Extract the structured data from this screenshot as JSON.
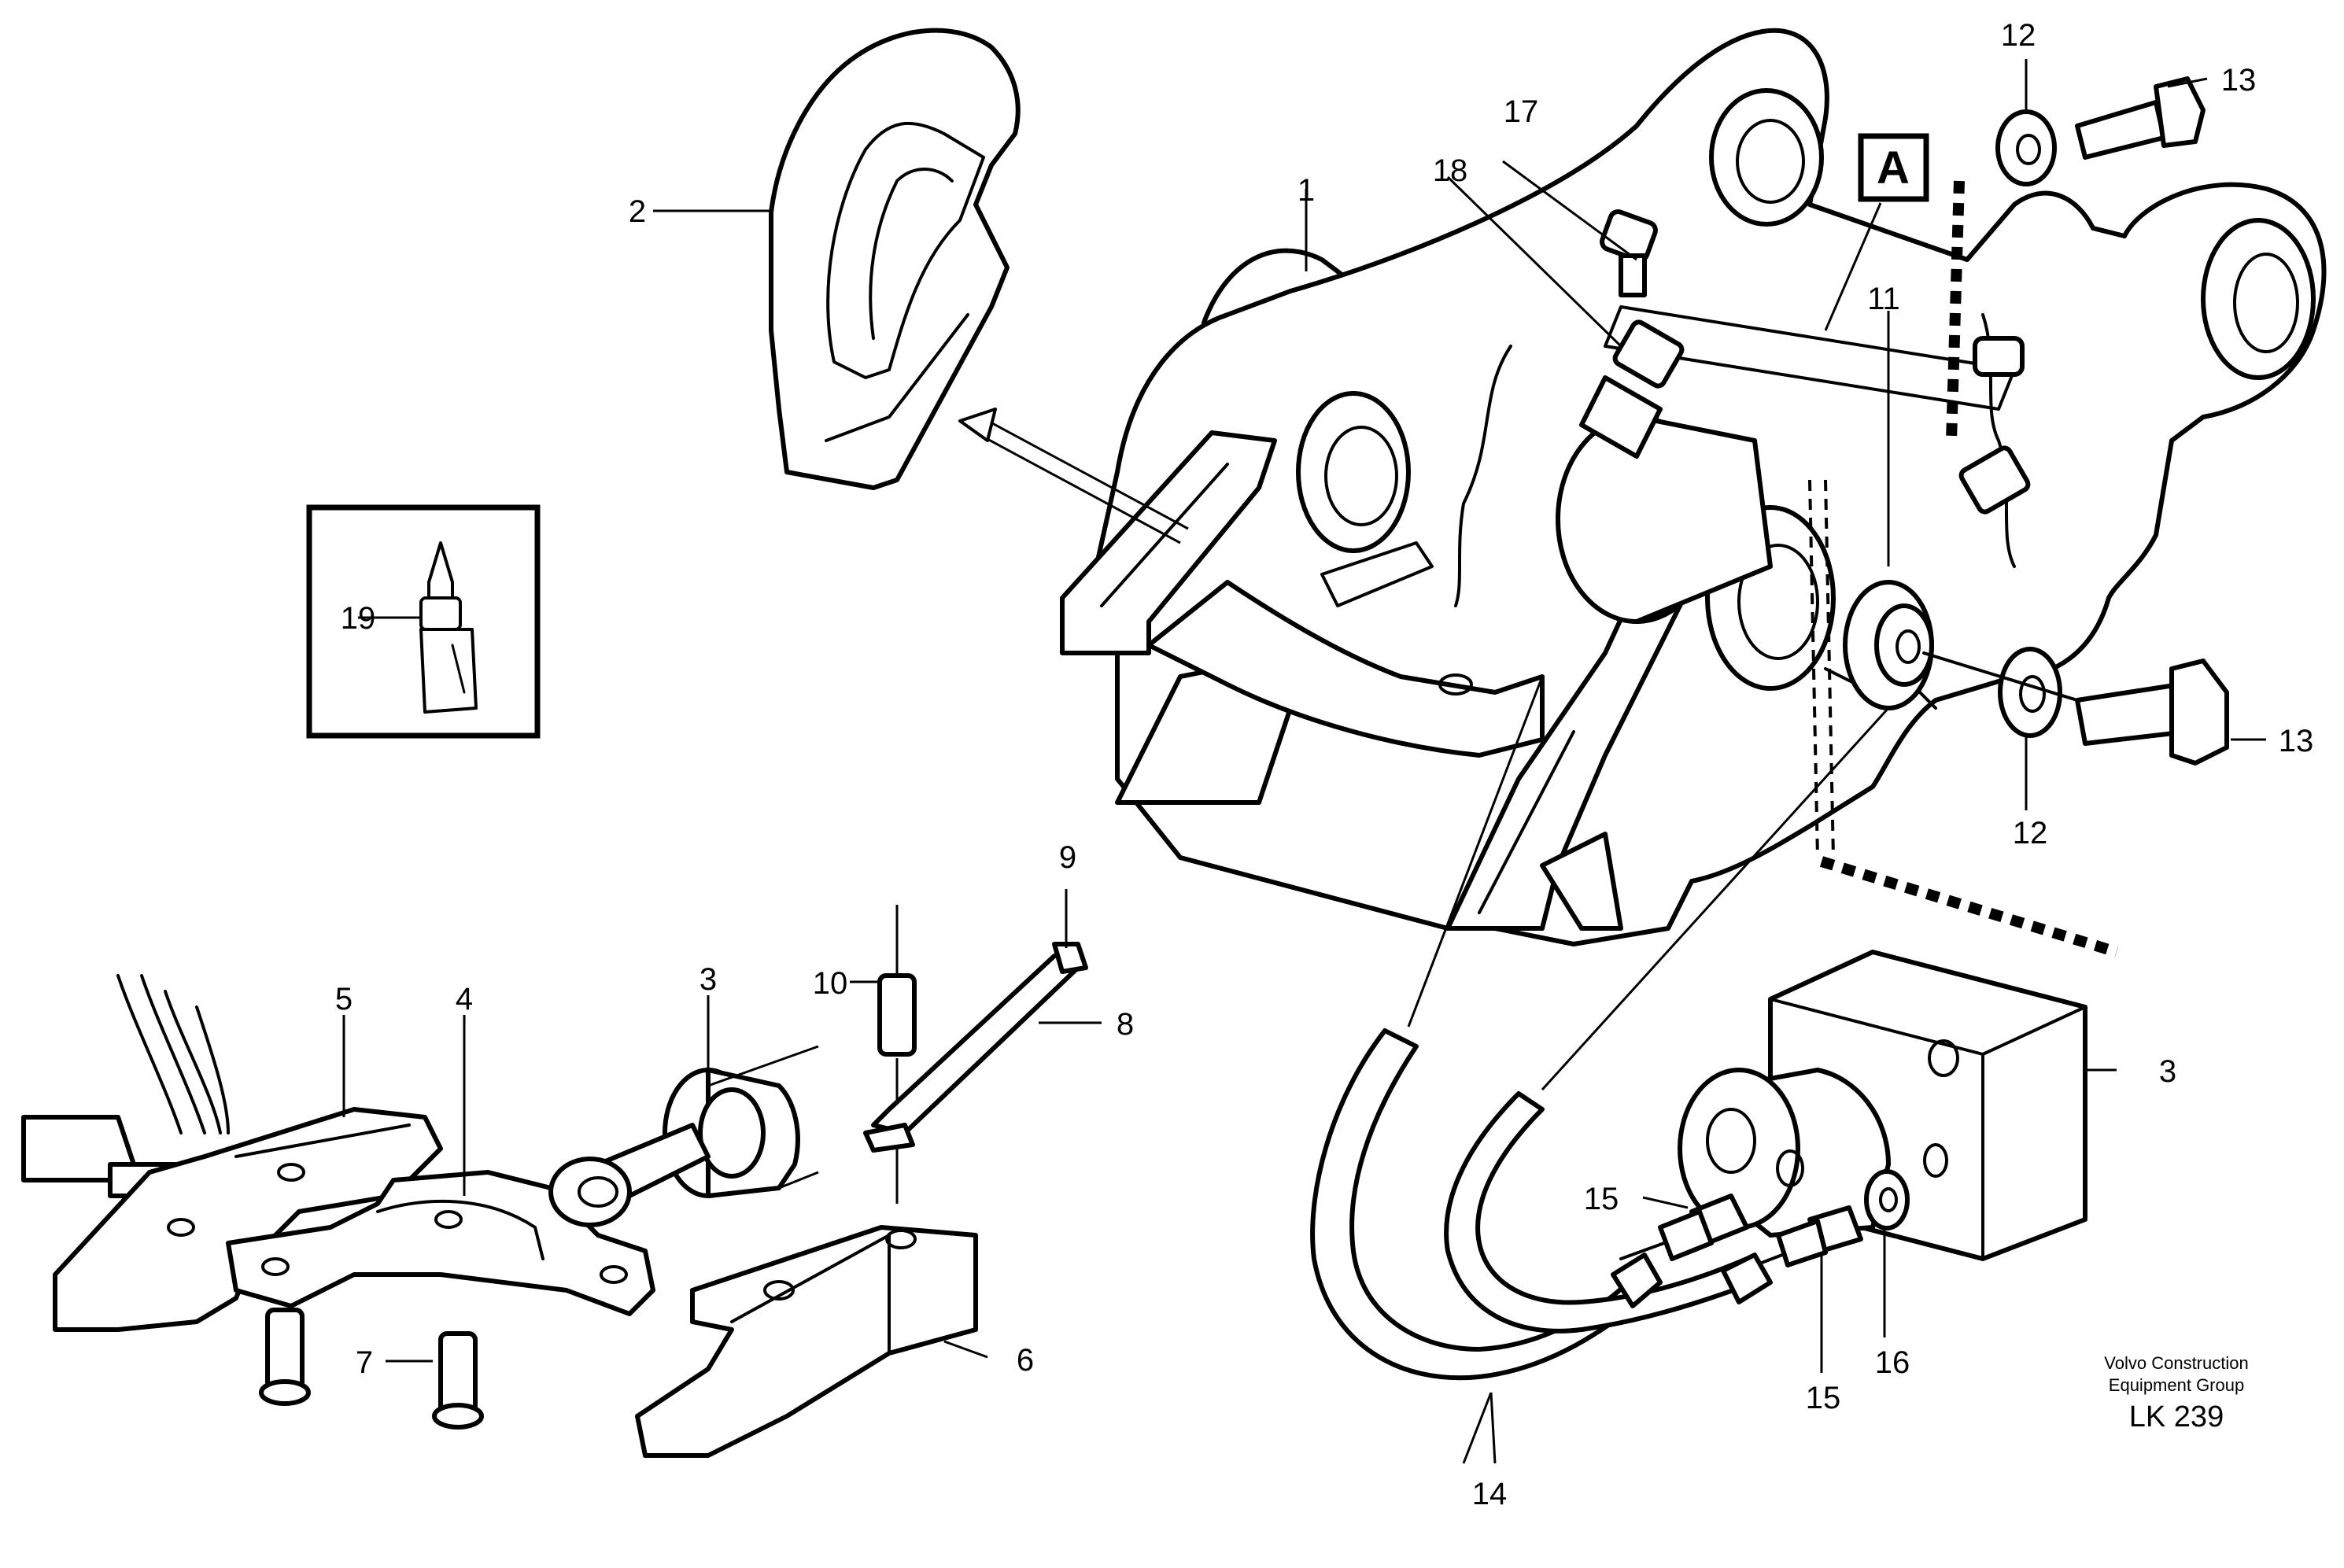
{
  "diagram": {
    "callouts": {
      "c1": "1",
      "c2": "2",
      "c3a": "3",
      "c3b": "3",
      "c4": "4",
      "c5": "5",
      "c6": "6",
      "c7": "7",
      "c8": "8",
      "c9": "9",
      "c10": "10",
      "c11": "11",
      "c12a": "12",
      "c12b": "12",
      "c13a": "13",
      "c13b": "13",
      "c14": "14",
      "c15a": "15",
      "c15b": "15",
      "c16": "16",
      "c17": "17",
      "c18": "18",
      "c19": "19"
    },
    "detail_marker": "A",
    "credit_line1": "Volvo Construction",
    "credit_line2": "Equipment Group",
    "drawing_code": "LK 239"
  }
}
